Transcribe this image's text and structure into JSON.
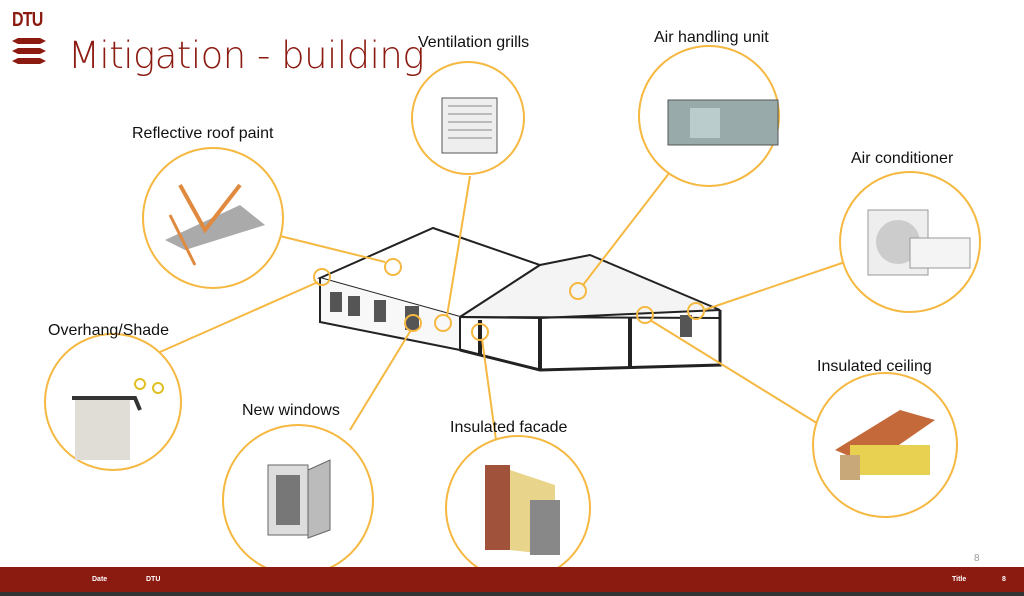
{
  "header": {
    "logo": "DTU",
    "title": "Mitigation - building"
  },
  "labels": {
    "roof": "Reflective roof paint",
    "grills": "Ventilation grills",
    "ahu": "Air handling unit",
    "ac": "Air conditioner",
    "overhang": "Overhang/Shade",
    "windows": "New windows",
    "facade": "Insulated facade",
    "ceiling": "Insulated ceiling"
  },
  "footer": {
    "date": "Date",
    "org": "DTU",
    "title": "Title",
    "page": "8",
    "page_marker": "8"
  },
  "colors": {
    "brand": "#8b1a10",
    "accent": "#f5b841"
  }
}
